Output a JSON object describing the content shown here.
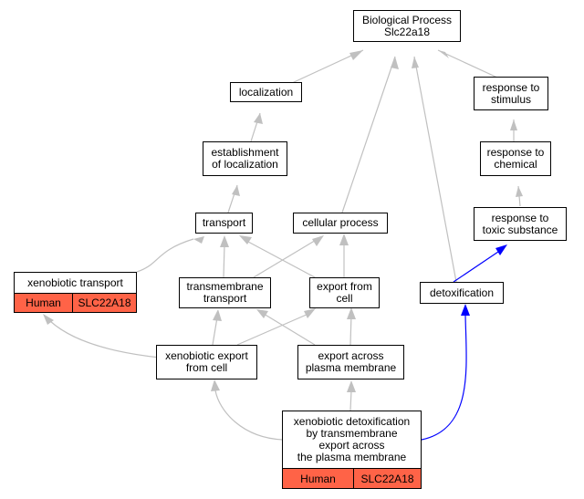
{
  "nodes": {
    "root": "Biological Process\nSlc22a18",
    "localization": "localization",
    "response_to_stimulus": "response to\nstimulus",
    "establishment": "establishment\nof localization",
    "response_to_chemical": "response to\nchemical",
    "transport": "transport",
    "cellular_process": "cellular process",
    "response_to_toxic": "response to\ntoxic substance",
    "xenobiotic_transport": "xenobiotic transport",
    "transmembrane_transport": "transmembrane\ntransport",
    "export_from_cell": "export from\ncell",
    "detoxification": "detoxification",
    "xenobiotic_export": "xenobiotic export\nfrom cell",
    "export_across": "export across\nplasma membrane",
    "xenobiotic_detox": "xenobiotic detoxification\nby transmembrane\nexport across\nthe plasma membrane"
  },
  "annotations": {
    "xenobiotic_transport": {
      "species": "Human",
      "gene": "SLC22A18"
    },
    "xenobiotic_detox": {
      "species": "Human",
      "gene": "SLC22A18"
    }
  },
  "colors": {
    "edge": "#c0c0c0",
    "regulates_edge": "#0000ff",
    "annotation_fill": "#ff6347",
    "node_border": "#000000"
  }
}
